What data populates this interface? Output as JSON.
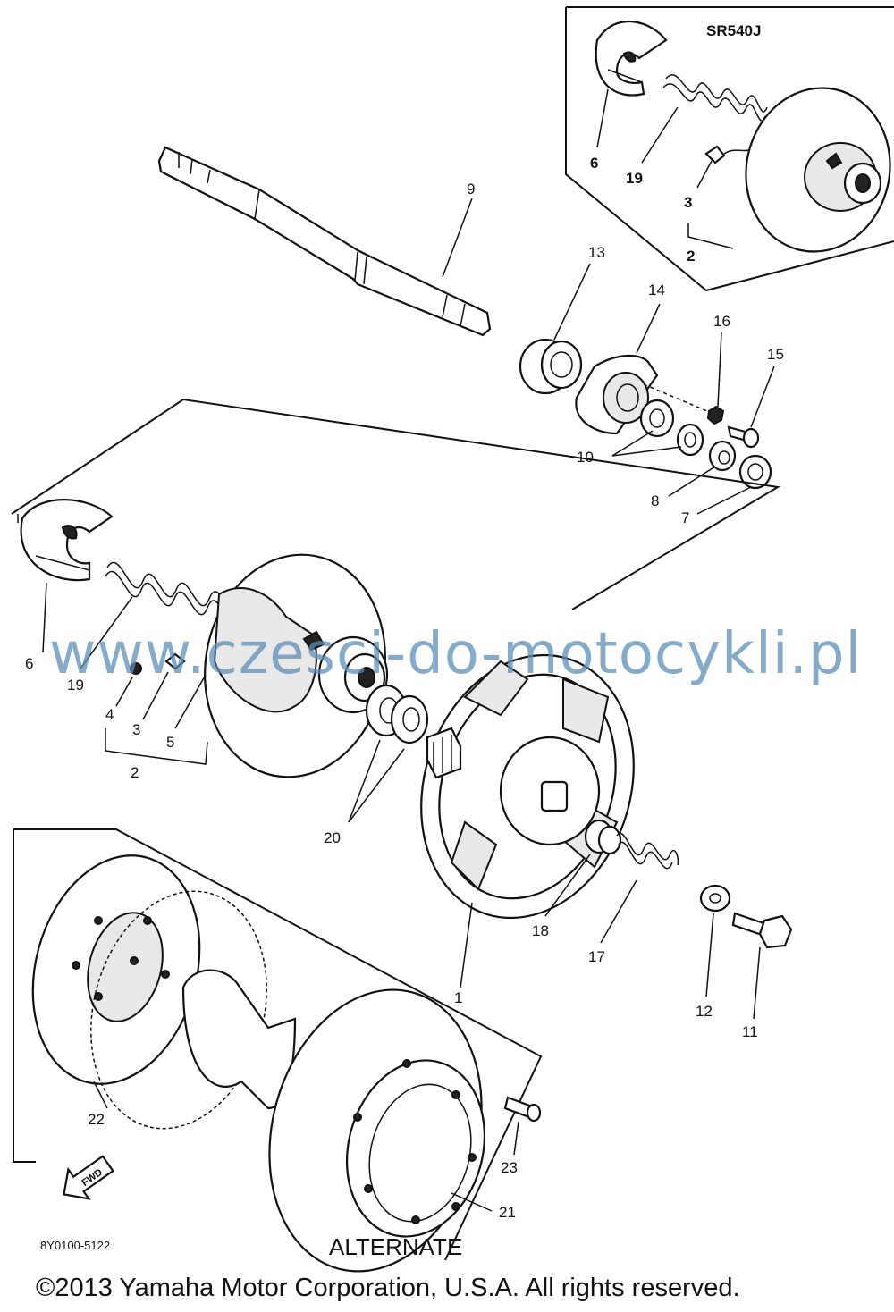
{
  "model_label": "SR540J",
  "alternate_label": "ALTERNATE",
  "drawing_number": "8Y0100-5122",
  "fwd_label": "FWD",
  "watermark": "www.czesci-do-motocykli.pl",
  "copyright": "©2013 Yamaha Motor Corporation, U.S.A. All rights reserved.",
  "callouts": [
    {
      "id": "c6a",
      "text": "6"
    },
    {
      "id": "c19a",
      "text": "19"
    },
    {
      "id": "c3a",
      "text": "3"
    },
    {
      "id": "c2a",
      "text": "2"
    },
    {
      "id": "c9",
      "text": "9"
    },
    {
      "id": "c13",
      "text": "13"
    },
    {
      "id": "c14",
      "text": "14"
    },
    {
      "id": "c16",
      "text": "16"
    },
    {
      "id": "c15",
      "text": "15"
    },
    {
      "id": "c10",
      "text": "10"
    },
    {
      "id": "c8",
      "text": "8"
    },
    {
      "id": "c7",
      "text": "7"
    },
    {
      "id": "c6b",
      "text": "6"
    },
    {
      "id": "c19b",
      "text": "19"
    },
    {
      "id": "c4",
      "text": "4"
    },
    {
      "id": "c3b",
      "text": "3"
    },
    {
      "id": "c5",
      "text": "5"
    },
    {
      "id": "c2b",
      "text": "2"
    },
    {
      "id": "c20",
      "text": "20"
    },
    {
      "id": "c18",
      "text": "18"
    },
    {
      "id": "c17",
      "text": "17"
    },
    {
      "id": "c12",
      "text": "12"
    },
    {
      "id": "c11",
      "text": "11"
    },
    {
      "id": "c1",
      "text": "1"
    },
    {
      "id": "c22",
      "text": "22"
    },
    {
      "id": "c23",
      "text": "23"
    },
    {
      "id": "c21",
      "text": "21"
    }
  ]
}
